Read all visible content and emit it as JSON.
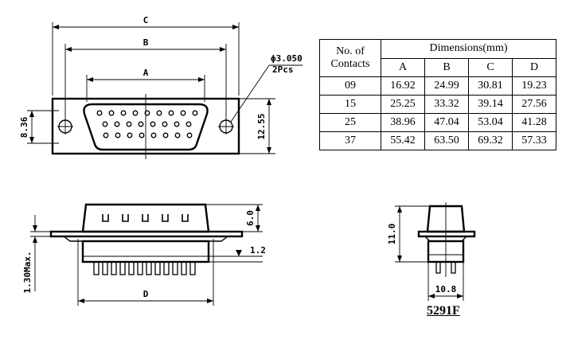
{
  "top_view": {
    "dim_c": "C",
    "dim_b": "B",
    "dim_a": "A",
    "dim_height": "8.36",
    "dim_outer": "12.55",
    "hole_note_line1": "ϕ3.050",
    "hole_note_line2": "2Pcs"
  },
  "table": {
    "header_left_line1": "No. of",
    "header_left_line2": "Contacts",
    "header_span": "Dimensions(mm)",
    "columns": [
      "A",
      "B",
      "C",
      "D"
    ],
    "rows": [
      {
        "contacts": "09",
        "values": [
          "16.92",
          "24.99",
          "30.81",
          "19.23"
        ]
      },
      {
        "contacts": "15",
        "values": [
          "25.25",
          "33.32",
          "39.14",
          "27.56"
        ]
      },
      {
        "contacts": "25",
        "values": [
          "38.96",
          "47.04",
          "53.04",
          "41.28"
        ]
      },
      {
        "contacts": "37",
        "values": [
          "55.42",
          "63.50",
          "69.32",
          "57.33"
        ]
      }
    ]
  },
  "side_view": {
    "dim_top": "6.0",
    "dim_pin": "1.2",
    "dim_max": "1.30Max.",
    "dim_d": "D"
  },
  "end_view": {
    "dim_height": "11.0",
    "dim_width": "10.8"
  },
  "model": "5291F"
}
